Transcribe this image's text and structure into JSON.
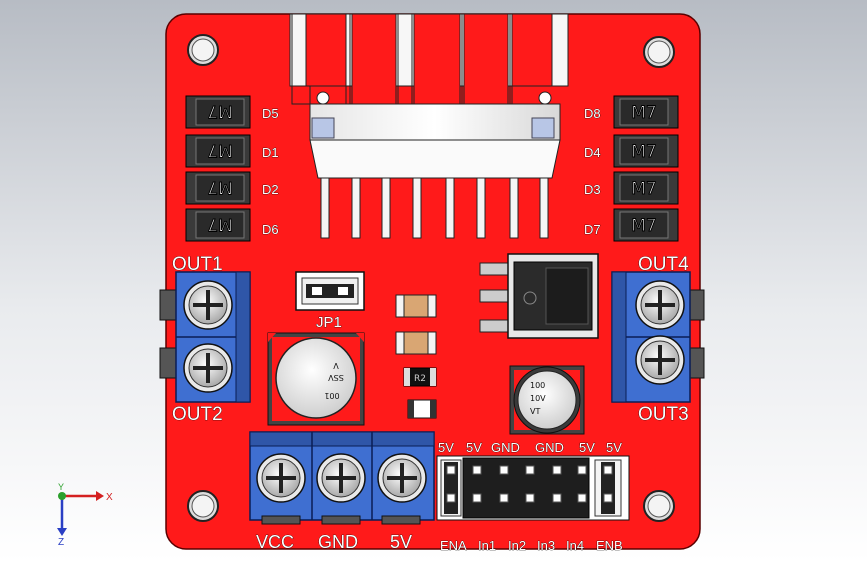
{
  "diodes_left": [
    {
      "label": "D5",
      "marking": "M7"
    },
    {
      "label": "D1",
      "marking": "M7"
    },
    {
      "label": "D2",
      "marking": "M7"
    },
    {
      "label": "D6",
      "marking": "M7"
    }
  ],
  "diodes_right": [
    {
      "label": "D8",
      "marking": "M7"
    },
    {
      "label": "D4",
      "marking": "M7"
    },
    {
      "label": "D3",
      "marking": "M7"
    },
    {
      "label": "D7",
      "marking": "M7"
    }
  ],
  "outputs": {
    "out1": "OUT1",
    "out2": "OUT2",
    "out3": "OUT3",
    "out4": "OUT4"
  },
  "jumper_label": "JP1",
  "big_cap": {
    "line1": "V",
    "line2": "SSV",
    "line3": "001"
  },
  "small_cap": {
    "line1": "100",
    "line2": "10V",
    "line3": "VT"
  },
  "resistor_marking": "R2",
  "power_terminals": [
    "VCC",
    "GND",
    "5V"
  ],
  "header_top": [
    "5V",
    "5V",
    "GND",
    "GND",
    "5V",
    "5V"
  ],
  "header_bottom": [
    "ENA",
    "In1",
    "In2",
    "In3",
    "In4",
    "ENB"
  ],
  "axes": {
    "x": "X",
    "y": "Y",
    "z": "Z"
  },
  "colors": {
    "pcb": "#ff1a1a",
    "terminal": "#3f6fd1",
    "silkscreen": "#ffffff"
  }
}
